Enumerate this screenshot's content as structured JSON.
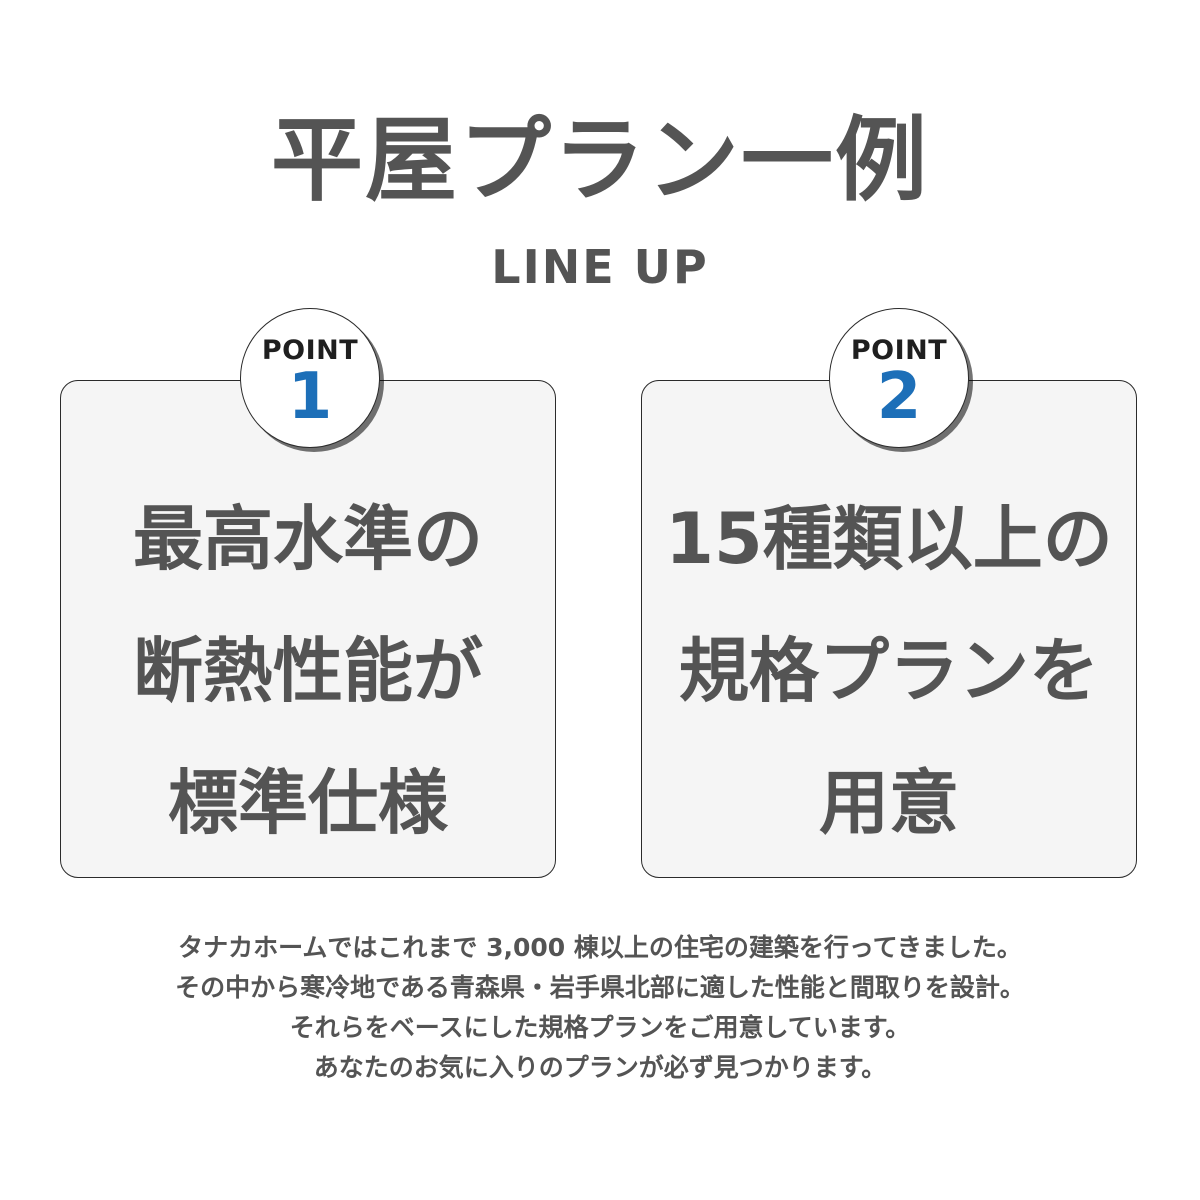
{
  "heading": {
    "title": "平屋プラン一例",
    "subtitle": "LINE UP"
  },
  "colors": {
    "text": "#545454",
    "accent_blue": "#1d6fb8",
    "card_bg": "#f5f5f5",
    "border": "#2b2b2b"
  },
  "points": [
    {
      "label": "POINT",
      "number": "1",
      "lines": [
        "最高水準の",
        "断熱性能が",
        "標準仕様"
      ]
    },
    {
      "label": "POINT",
      "number": "2",
      "lines": [
        "15種類以上の",
        "規格プランを",
        "用意"
      ]
    }
  ],
  "description": {
    "lines": [
      "タナカホームではこれまで 3,000 棟以上の住宅の建築を行ってきました。",
      "その中から寒冷地である青森県・岩手県北部に適した性能と間取りを設計。",
      "それらをベースにした規格プランをご用意しています。",
      "あなたのお気に入りのプランが必ず見つかります。"
    ]
  }
}
